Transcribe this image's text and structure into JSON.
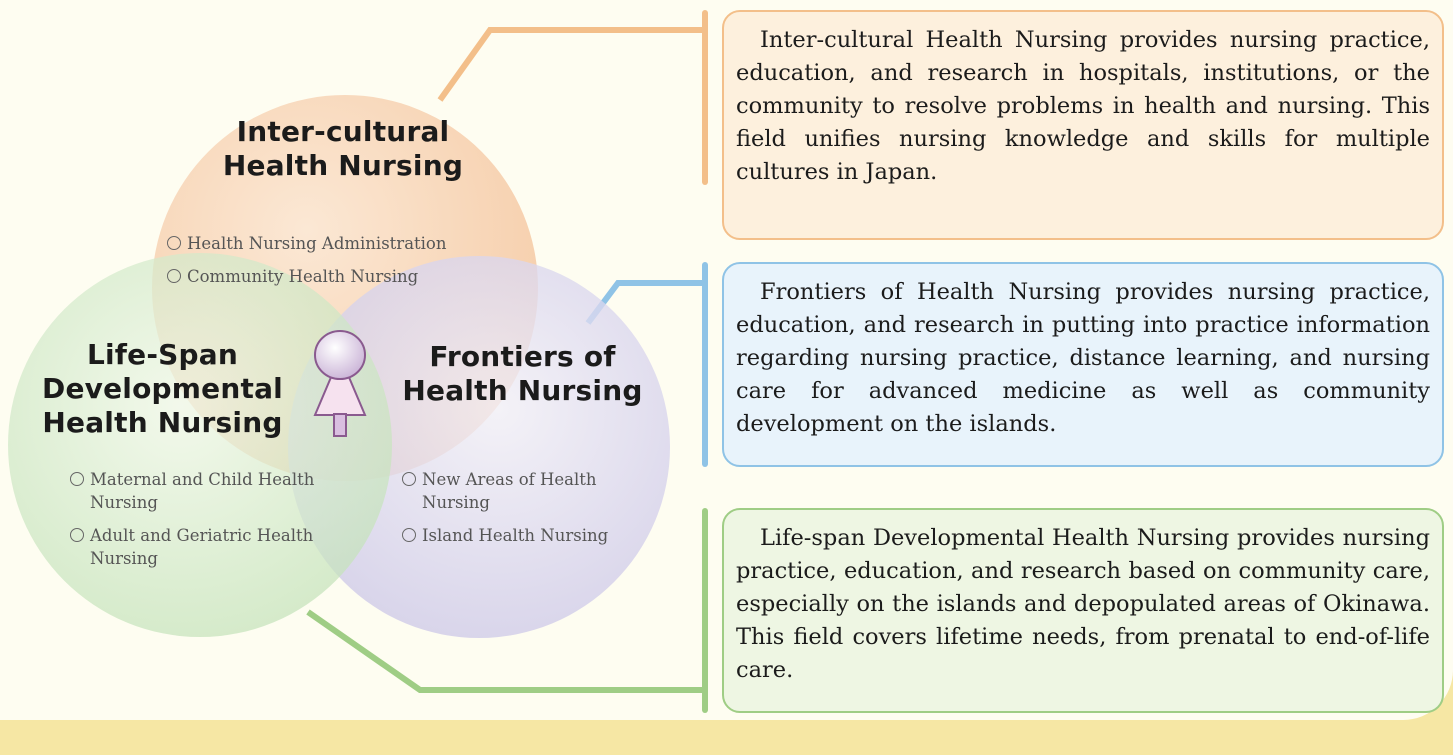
{
  "fields": [
    {
      "title": "Inter-cultural\nHealth Nursing",
      "items": [
        "Health Nursing Administration",
        "Community Health Nursing"
      ],
      "description": "Inter-cultural Health Nursing provides nursing practice, education, and research in hospitals, institutions, or the community to resolve problems in health and nursing. This field unifies nursing knowledge and skills for multiple cultures in Japan.",
      "color": "#f3bf8a"
    },
    {
      "title": "Frontiers of\nHealth Nursing",
      "items": [
        "New Areas of Health Nursing",
        "Island Health Nursing"
      ],
      "description": "Frontiers of Health Nursing provides nursing practice, education, and research in putting into practice information regarding nursing practice, distance learning, and nursing care for advanced medicine as well as community development on the islands.",
      "color": "#8fc3e6"
    },
    {
      "title": "Life-Span\nDevelopmental\nHealth Nursing",
      "items": [
        "Maternal and Child Health Nursing",
        "Adult and Geriatric Health Nursing"
      ],
      "description": "Life-span Developmental Health Nursing provides nursing practice, education, and research based on community care, especially on the islands and depopulated areas of Okinawa. This field covers lifetime needs, from prenatal to end-of-life care.",
      "color": "#9fcd85"
    }
  ],
  "person_icon": "person-icon",
  "colors": {
    "background": "#f6e7a4",
    "panel": "#fefdf1",
    "orange_circle": "#f7c9a2",
    "purple_circle": "#cdc9e8",
    "green_circle": "#c1e0b6",
    "orange_box": "#fdf0dd",
    "blue_box": "#e8f3fb",
    "green_box": "#eef6e3"
  }
}
